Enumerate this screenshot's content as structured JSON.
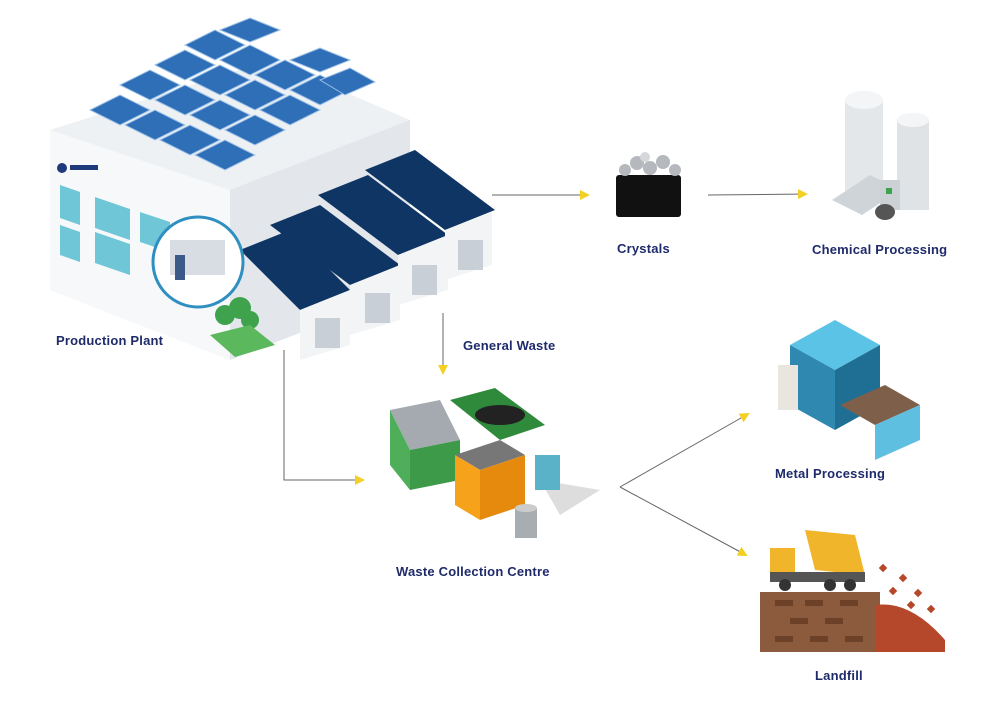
{
  "labels": {
    "production_plant": "Production Plant",
    "general_waste": "General Waste",
    "crystals": "Crystals",
    "chemical_processing": "Chemical Processing",
    "metal_processing": "Metal Processing",
    "waste_collection_centre": "Waste Collection Centre",
    "landfill": "Landfill"
  },
  "colors": {
    "label": "#1f2a6b",
    "arrow_line": "#666666",
    "arrow_head": "#f2d024",
    "roof": "#0f3564",
    "solar": "#2f6fb8"
  }
}
